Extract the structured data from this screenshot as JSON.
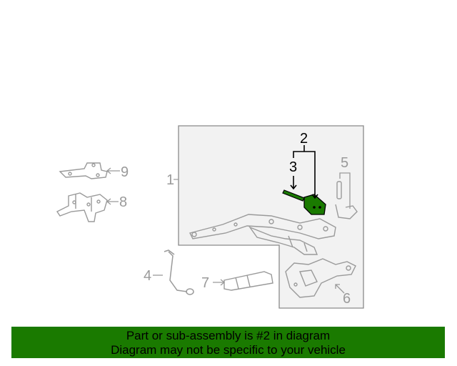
{
  "callouts": {
    "c1": "1",
    "c2": "2",
    "c3": "3",
    "c4": "4",
    "c5": "5",
    "c6": "6",
    "c7": "7",
    "c8": "8",
    "c9": "9"
  },
  "banner": {
    "line1": "Part or sub-assembly is #2 in diagram",
    "line2": "Diagram may not be specific to your vehicle"
  },
  "colors": {
    "highlight": "#1a7a00",
    "banner_bg": "#1a7a00",
    "line": "#9a9a9a",
    "panel_bg": "#f2f2f2"
  }
}
